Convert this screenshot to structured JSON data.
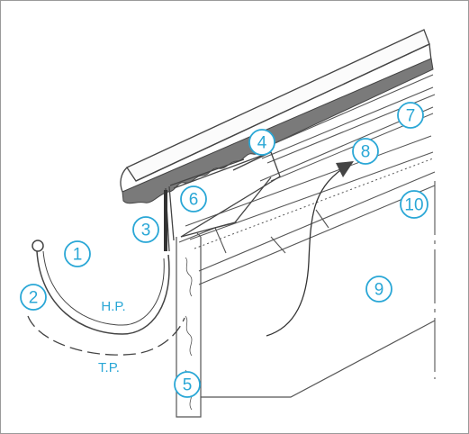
{
  "colors": {
    "accent": "#2aa7d6",
    "line": "#444444",
    "dark_strip": "#7a7a7a"
  },
  "labels": {
    "hp": "H.P.",
    "tp": "T.P."
  },
  "callouts": [
    {
      "id": "1",
      "text": "1"
    },
    {
      "id": "2",
      "text": "2"
    },
    {
      "id": "3",
      "text": "3"
    },
    {
      "id": "4",
      "text": "4"
    },
    {
      "id": "5",
      "text": "5"
    },
    {
      "id": "6",
      "text": "6"
    },
    {
      "id": "7",
      "text": "7"
    },
    {
      "id": "8",
      "text": "8"
    },
    {
      "id": "9",
      "text": "9"
    },
    {
      "id": "10",
      "text": "10"
    }
  ]
}
